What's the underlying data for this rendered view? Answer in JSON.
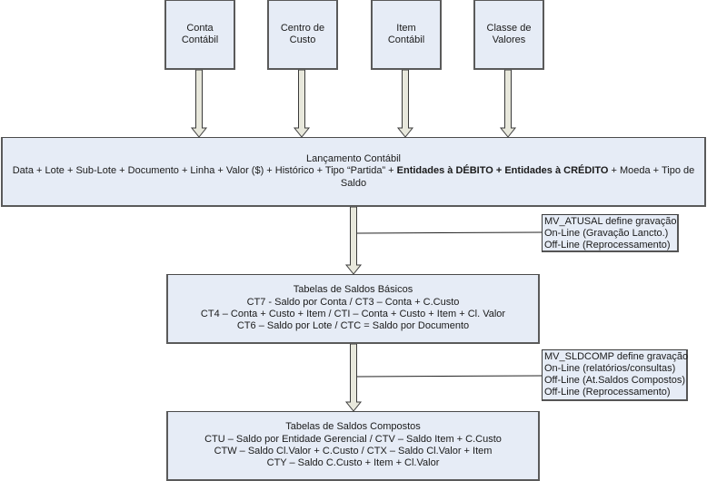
{
  "sources": [
    {
      "id": "conta",
      "lines": [
        "Conta",
        "Contábil"
      ]
    },
    {
      "id": "custo",
      "lines": [
        "Centro de",
        "Custo"
      ]
    },
    {
      "id": "item",
      "lines": [
        "Item",
        "Contábil"
      ]
    },
    {
      "id": "classe",
      "lines": [
        "Classe de",
        "Valores"
      ]
    }
  ],
  "lancamento": {
    "title": "Lançamento Contábil",
    "formula_prefix": "Data + Lote + Sub-Lote + Documento + Linha + Valor ($) + Histórico + Tipo “Partida” + ",
    "formula_bold": "Entidades à DÉBITO + Entidades à CRÉDITO",
    "formula_suffix": " + Moeda + Tipo de Saldo"
  },
  "note_atusal": {
    "lines": [
      "MV_ATUSAL define gravação",
      "On-Line (Gravação Lancto.)",
      "Off-Line (Reprocessamento)"
    ]
  },
  "saldos_basicos": {
    "title": "Tabelas de Saldos Básicos",
    "lines": [
      "CT7 - Saldo por Conta / CT3 – Conta + C.Custo",
      "CT4 – Conta + Custo + Item / CTI – Conta + Custo + Item + Cl. Valor",
      "CT6 – Saldo por Lote / CTC = Saldo por Documento"
    ]
  },
  "note_sldcomp": {
    "lines": [
      "MV_SLDCOMP define gravação",
      "On-Line (relatórios/consultas)",
      "Off-Line (At.Saldos Compostos)",
      "Off-Line (Reprocessamento)"
    ]
  },
  "saldos_compostos": {
    "title": "Tabelas de Saldos Compostos",
    "lines": [
      "CTU – Saldo por Entidade Gerencial / CTV – Saldo Item + C.Custo",
      "CTW – Saldo Cl.Valor + C.Custo / CTX – Saldo Cl.Valor + Item",
      "CTY – Saldo C.Custo + Item + Cl.Valor"
    ]
  },
  "colors": {
    "box_fill": "#e6ecf6",
    "arrow_fill": "#e8e8dc",
    "border": "#4a4a4a"
  }
}
